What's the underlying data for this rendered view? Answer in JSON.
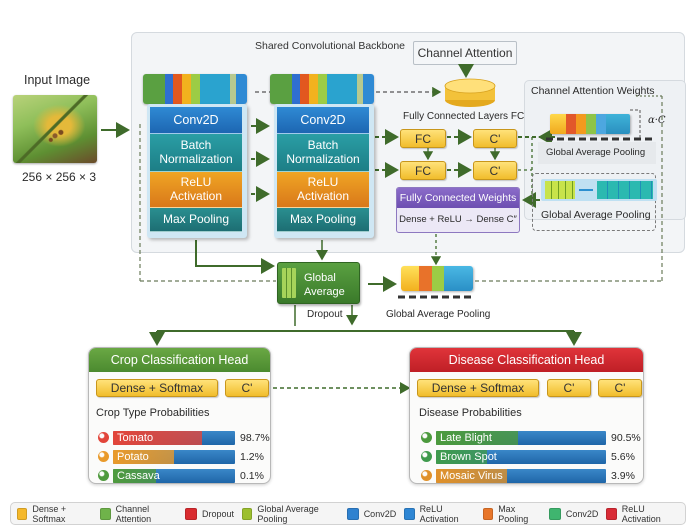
{
  "backbone": {
    "title": "Shared Convolutional Backbone"
  },
  "channel_attention": {
    "label": "Channel Attention",
    "cylinder_label": "Fully Connected Layers FC"
  },
  "input": {
    "title": "Input Image",
    "dims": "256 × 256 × 3"
  },
  "conv_blocks": [
    {
      "layers": [
        "Conv2D",
        "Batch\nNormalization",
        "ReLU\nActivation",
        "Max Pooling"
      ]
    },
    {
      "layers": [
        "Conv2D",
        "Batch\nNormalization",
        "ReLU\nActivation",
        "Max Pooling"
      ]
    }
  ],
  "feature_map_colors": [
    "#5aa041",
    "#2f6fd0",
    "#e2581f",
    "#f2b21e",
    "#9ccc45",
    "#2aa3cf",
    "#2aa3cf",
    "#b7c98f",
    "#2f8ad4"
  ],
  "fc_nodes": {
    "fc": "FC",
    "c": "C'"
  },
  "fc_weights": {
    "title": "Fully Connected Weights",
    "subtitle": "Dense + ReLU → Dense C″"
  },
  "channel_attention_weights": {
    "title": "Channel Attention Weights",
    "alpha_label": "α·C",
    "pool1_label": "Global Average Pooling",
    "pool2_label": "Global Average Pooling"
  },
  "global_average": {
    "label_line1": "Global",
    "label_line2": "Average",
    "dropout_label": "Dropout",
    "pool_label": "Global Average Pooling"
  },
  "crop_head": {
    "title": "Crop Classification Head",
    "dense_label": "Dense + Softmax",
    "c_label": "C'",
    "prob_title": "Crop Type Probabilities",
    "items": [
      {
        "name": "Tomato",
        "value": 98.7,
        "display": "98.7%",
        "color": "#e2453a",
        "icon": "tomato-icon",
        "visual_fill": 0.73
      },
      {
        "name": "Potato",
        "value": 1.2,
        "display": "1.2%",
        "color": "#e99a2b",
        "icon": "potato-icon",
        "visual_fill": 0.5
      },
      {
        "name": "Cassava",
        "value": 0.1,
        "display": "0.1%",
        "color": "#4f9a3d",
        "icon": "cassava-icon",
        "visual_fill": 0.35
      }
    ]
  },
  "disease_head": {
    "title": "Disease Classification Head",
    "dense_label": "Dense + Softmax",
    "c_labels": [
      "C'",
      "C'"
    ],
    "prob_title": "Disease Probabilities",
    "items": [
      {
        "name": "Late Blight",
        "value": 90.5,
        "display": "90.5%",
        "color": "#4c9a3d",
        "icon": "late-blight-icon",
        "visual_fill": 0.48
      },
      {
        "name": "Brown Spot",
        "value": 5.6,
        "display": "5.6%",
        "color": "#3f9a4d",
        "icon": "brown-spot-icon",
        "visual_fill": 0.3
      },
      {
        "name": "Mosaic Virus",
        "value": 3.9,
        "display": "3.9%",
        "color": "#e0912a",
        "icon": "mosaic-virus-icon",
        "visual_fill": 0.42
      }
    ]
  },
  "legend": [
    {
      "label": "Dense + Softmax",
      "color": "#f5b82a"
    },
    {
      "label": "Channel Attention",
      "color": "#6fb34a"
    },
    {
      "label": "Dropout",
      "color": "#d92b2f"
    },
    {
      "label": "Global Average Pooling",
      "color": "#9cbf2e"
    },
    {
      "label": "Conv2D",
      "color": "#2f82d0"
    },
    {
      "label": "ReLU Activation",
      "color": "#2e86d4"
    },
    {
      "label": "Max Pooling",
      "color": "#e8762a"
    },
    {
      "label": "Conv2D",
      "color": "#3fb56f"
    },
    {
      "label": "ReLU Activation",
      "color": "#d92b36"
    }
  ]
}
